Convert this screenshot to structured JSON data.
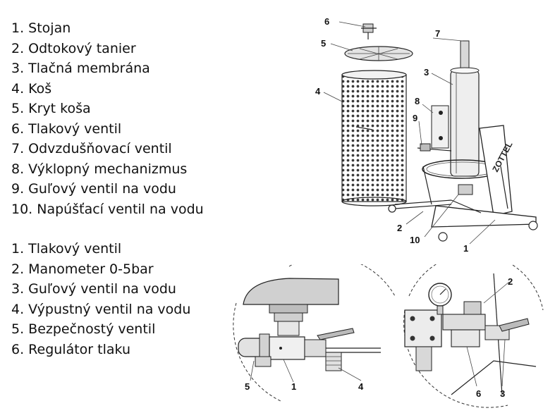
{
  "press_parts": [
    "1. Stojan",
    "2. Odtokový tanier",
    "3. Tlačná membrána",
    "4. Koš",
    "5. Kryt koša",
    "6. Tlakový ventil",
    "7. Odvzdušňovací ventil",
    "8. Výklopný mechanizmus",
    "9. Guľový ventil na vodu",
    "10. Napúšťací ventil na vodu"
  ],
  "valve_parts": [
    "1. Tlakový ventil",
    "2. Manometer 0-5bar",
    "3. Guľový ventil na vodu",
    "4. Výpustný ventil na vodu",
    "5. Bezpečnostý ventil",
    "6. Regulátor tlaku"
  ],
  "press_callouts": {
    "c1": "1",
    "c2": "2",
    "c3": "3",
    "c4": "4",
    "c5": "5",
    "c6": "6",
    "c7": "7",
    "c8": "8",
    "c9": "9",
    "c10": "10"
  },
  "detail_a_callouts": {
    "c1": "1",
    "c4": "4",
    "c5": "5"
  },
  "detail_b_callouts": {
    "c2": "2",
    "c3": "3",
    "c6": "6"
  },
  "brand_text": "ZOTTEL"
}
